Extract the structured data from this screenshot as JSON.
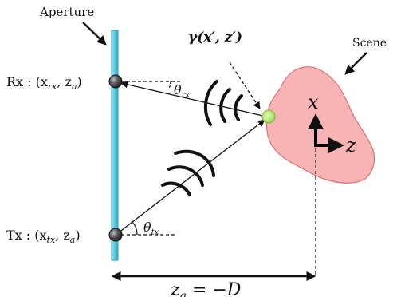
{
  "labels": {
    "aperture": "Aperture",
    "scene": "Scene",
    "rx": "Rx : (x",
    "rx_sub_x": "rx",
    "rx_mid": ", z",
    "rx_sub_z": "a",
    "rx_end": ")",
    "tx": "Tx : (x",
    "tx_sub_x": "tx",
    "tx_mid": ", z",
    "tx_sub_z": "a",
    "tx_end": ")",
    "gamma": "γ(x′, z′)",
    "theta": "θ",
    "theta_rx_sub": "rx",
    "theta_tx_sub": "tx",
    "axis_x": "x",
    "axis_z": "z",
    "distance": "z",
    "distance_sub": "a",
    "distance_rhs": " = −D"
  },
  "colors": {
    "aperture_fill": "#5ac8e0",
    "aperture_edge": "#2a9cb8",
    "scene_fill": "#f8b4b4",
    "scene_edge": "#d87070",
    "target_point": "#9be05a",
    "antenna": "#3a3a3a"
  }
}
